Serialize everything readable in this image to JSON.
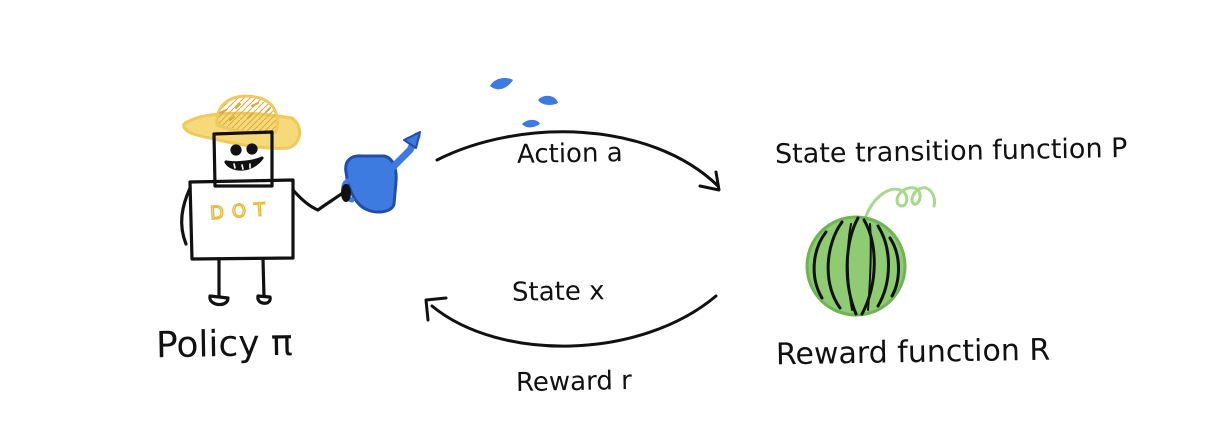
{
  "labels": {
    "policy": "Policy π",
    "action": "Action a",
    "state_transition": "State transition function P",
    "state": "State x",
    "reward": "Reward r",
    "reward_function": "Reward function R"
  },
  "robot": {
    "chest_text": "DOT"
  },
  "colors": {
    "ink": "#111111",
    "hat": "#efc95b",
    "watering_can": "#3e7be0",
    "water": "#3e7be0",
    "watermelon_fill": "#8fcb72",
    "watermelon_stem": "#a6d98b",
    "chest_text": "#e8b93a"
  },
  "icons": {
    "agent": "robot-farmer-icon",
    "tool": "watering-can-icon",
    "environment": "watermelon-icon"
  }
}
